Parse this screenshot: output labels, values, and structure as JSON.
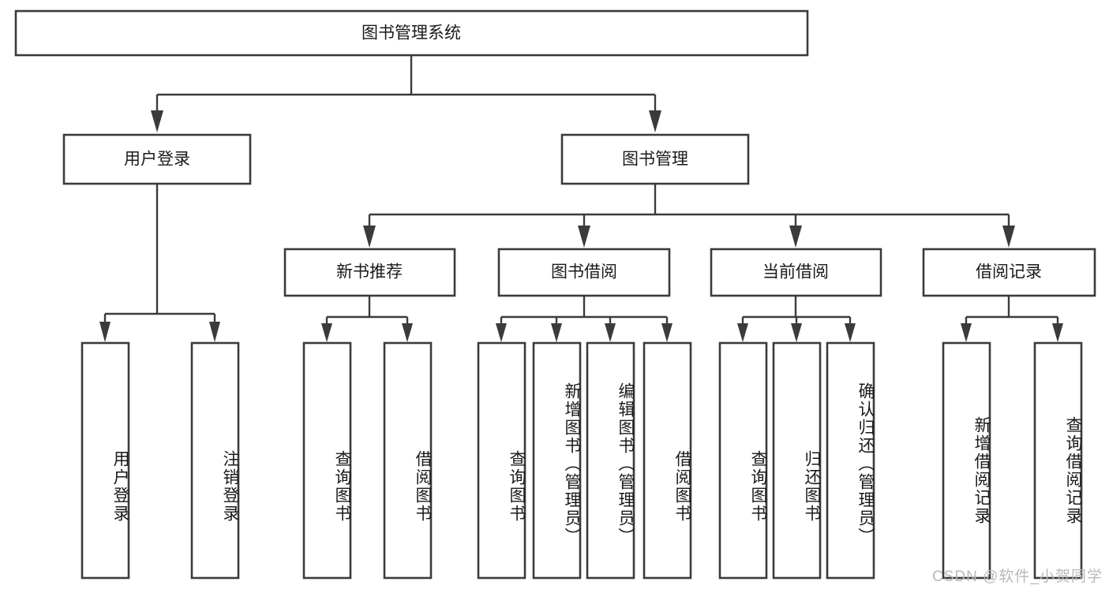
{
  "diagram": {
    "type": "tree-hierarchy",
    "root": {
      "id": "root",
      "label": "图书管理系统"
    },
    "level2": [
      {
        "id": "user-login",
        "label": "用户登录"
      },
      {
        "id": "book-manage",
        "label": "图书管理"
      }
    ],
    "level3": [
      {
        "id": "new-book-recommend",
        "label": "新书推荐",
        "parent": "book-manage"
      },
      {
        "id": "book-borrow",
        "label": "图书借阅",
        "parent": "book-manage"
      },
      {
        "id": "current-borrow",
        "label": "当前借阅",
        "parent": "book-manage"
      },
      {
        "id": "borrow-record",
        "label": "借阅记录",
        "parent": "book-manage"
      }
    ],
    "leaves": [
      {
        "id": "leaf-user-login",
        "label": "用户登录",
        "parent": "user-login"
      },
      {
        "id": "leaf-logout",
        "label": "注销登录",
        "parent": "user-login"
      },
      {
        "id": "leaf-query-book-1",
        "label": "查询图书",
        "parent": "new-book-recommend"
      },
      {
        "id": "leaf-borrow-book-1",
        "label": "借阅图书",
        "parent": "new-book-recommend"
      },
      {
        "id": "leaf-query-book-2",
        "label": "查询图书",
        "parent": "book-borrow"
      },
      {
        "id": "leaf-add-book",
        "label": "新增图书（管理员）",
        "parent": "book-borrow"
      },
      {
        "id": "leaf-edit-book",
        "label": "编辑图书（管理员）",
        "parent": "book-borrow"
      },
      {
        "id": "leaf-borrow-book-2",
        "label": "借阅图书",
        "parent": "book-borrow"
      },
      {
        "id": "leaf-query-book-3",
        "label": "查询图书",
        "parent": "current-borrow"
      },
      {
        "id": "leaf-return-book",
        "label": "归还图书",
        "parent": "current-borrow"
      },
      {
        "id": "leaf-confirm-return",
        "label": "确认归还（管理员）",
        "parent": "current-borrow"
      },
      {
        "id": "leaf-add-record",
        "label": "新增借阅记录",
        "parent": "borrow-record"
      },
      {
        "id": "leaf-query-record",
        "label": "查询借阅记录",
        "parent": "borrow-record"
      }
    ]
  },
  "watermark": {
    "text": "CSDN @软件_小贺同学"
  },
  "colors": {
    "stroke": "#3b3b3b",
    "box_fill": "#ffffff",
    "text": "#1a1a1a",
    "background": "#ffffff",
    "watermark": "#b9b9b9"
  }
}
